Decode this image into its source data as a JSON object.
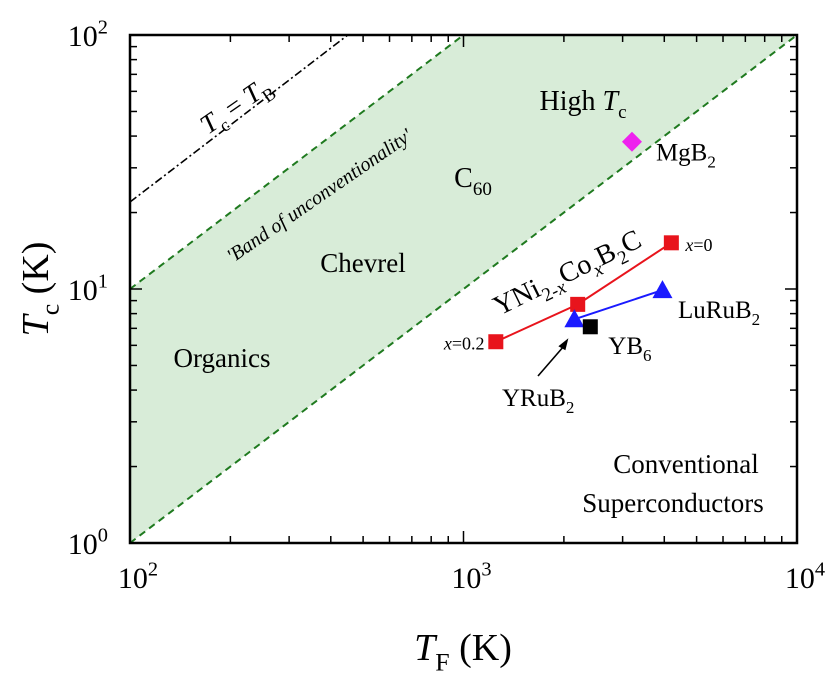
{
  "chart_data": {
    "type": "scatter",
    "x_scale": "log",
    "y_scale": "log",
    "xlim": [
      100,
      10000
    ],
    "ylim": [
      1,
      100
    ],
    "grid": false,
    "x_axis_label": {
      "main": "T",
      "sub": "F",
      "unit": "(K)"
    },
    "y_axis_label": {
      "main": "T",
      "sub": "c",
      "unit": "(K)"
    },
    "x_ticks": [
      {
        "value": 100,
        "base": "10",
        "exp": "2"
      },
      {
        "value": 1000,
        "base": "10",
        "exp": "3"
      },
      {
        "value": 10000,
        "base": "10",
        "exp": "4"
      }
    ],
    "y_ticks": [
      {
        "value": 1,
        "base": "10",
        "exp": "0"
      },
      {
        "value": 10,
        "base": "10",
        "exp": "1"
      },
      {
        "value": 100,
        "base": "10",
        "exp": "2"
      }
    ],
    "band": {
      "label": "'Band of unconventionality'",
      "color": "#d8ecd8",
      "edge_color": "#1f7a1f",
      "lower_line": [
        [
          100,
          1
        ],
        [
          10000,
          100
        ]
      ],
      "upper_line": [
        [
          100,
          10
        ],
        [
          1000,
          100
        ]
      ]
    },
    "tc_equals_tb_line": {
      "color": "#000000",
      "points": [
        [
          100,
          22
        ],
        [
          450,
          100
        ]
      ],
      "label": {
        "t1": "T",
        "s1": "c",
        "eq": " = ",
        "t2": "T",
        "s2": "B"
      }
    },
    "region_labels": [
      {
        "text": "High T",
        "sub": "c"
      },
      {
        "text": "C",
        "sub": "60"
      },
      {
        "text": "Chevrel"
      },
      {
        "text": "Organics"
      },
      {
        "text": "Conventional"
      },
      {
        "text": "Superconductors"
      }
    ],
    "series": [
      {
        "name": "YNi2-xCoxB2C",
        "color": "#e8141c",
        "marker": "square",
        "points": [
          [
            1250,
            6.2
          ],
          [
            2200,
            8.7
          ],
          [
            4200,
            15.2
          ]
        ],
        "point_labels": [
          "x=0.2",
          "",
          "x=0"
        ],
        "title": {
          "a": "YNi",
          "b": "2-",
          "c": "x",
          "d": "Co",
          "e": "x",
          "f": "B",
          "g": "2",
          "h": "C"
        }
      },
      {
        "name": "LuRuB2 / YRuB2",
        "color": "#1a1aff",
        "marker": "triangle",
        "points": [
          [
            2150,
            7.6
          ],
          [
            3950,
            9.9
          ]
        ]
      }
    ],
    "single_points": [
      {
        "name": "MgB2",
        "x": 3200,
        "y": 38,
        "marker": "diamond",
        "color": "#ee22ee",
        "label": "MgB",
        "sub": "2"
      },
      {
        "name": "YB6",
        "x": 2400,
        "y": 7.1,
        "marker": "square",
        "color": "#000000",
        "label": "YB",
        "sub": "6"
      }
    ],
    "point_labels": {
      "lurub2": {
        "label": "LuRuB",
        "sub": "2"
      },
      "yrub2": {
        "label": "YRuB",
        "sub": "2"
      }
    }
  }
}
